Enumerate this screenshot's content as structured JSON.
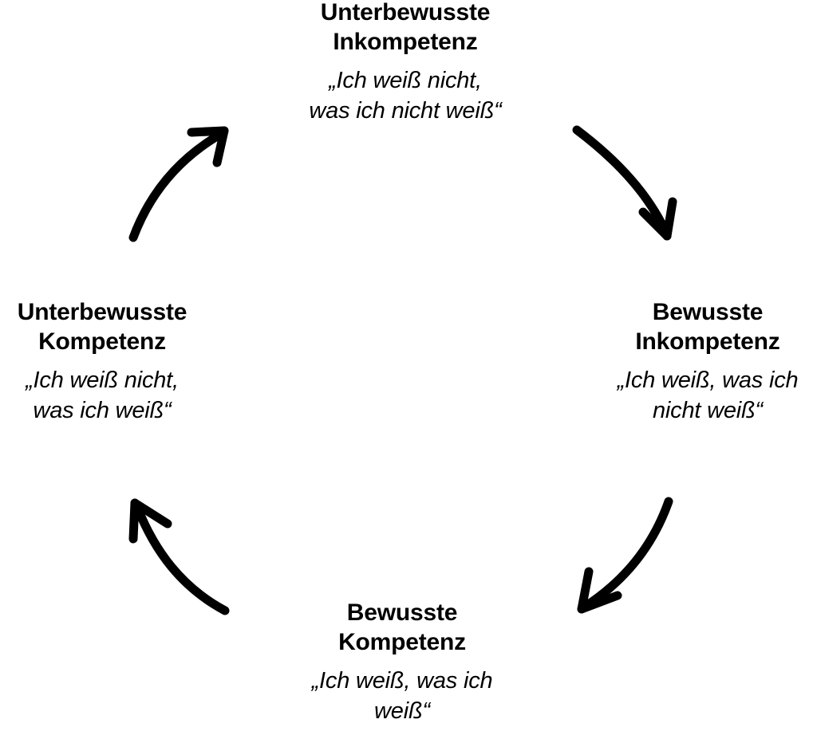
{
  "diagram": {
    "type": "cycle",
    "orientation": "clockwise",
    "background_color": "#ffffff",
    "stroke_color": "#000000",
    "stage_count": 4,
    "stages": [
      {
        "position": "top",
        "title": "Unterbewusste\nInkompetenz",
        "quote": "„Ich weiß nicht,\nwas ich nicht weiß“"
      },
      {
        "position": "right",
        "title": "Bewusste\nInkompetenz",
        "quote": "„Ich weiß, was ich\nnicht weiß“"
      },
      {
        "position": "bottom",
        "title": "Bewusste\nKompetenz",
        "quote": "„Ich weiß, was ich\nweiß“"
      },
      {
        "position": "left",
        "title": "Unterbewusste\nKompetenz",
        "quote": "„Ich weiß nicht,\nwas ich weiß“"
      }
    ],
    "arrows": [
      {
        "name": "top-to-right",
        "from": "top",
        "to": "right",
        "direction": "down-right"
      },
      {
        "name": "right-to-bottom",
        "from": "right",
        "to": "bottom",
        "direction": "down-left"
      },
      {
        "name": "bottom-to-left",
        "from": "bottom",
        "to": "left",
        "direction": "up-left"
      },
      {
        "name": "left-to-top",
        "from": "left",
        "to": "top",
        "direction": "up-right"
      }
    ]
  }
}
